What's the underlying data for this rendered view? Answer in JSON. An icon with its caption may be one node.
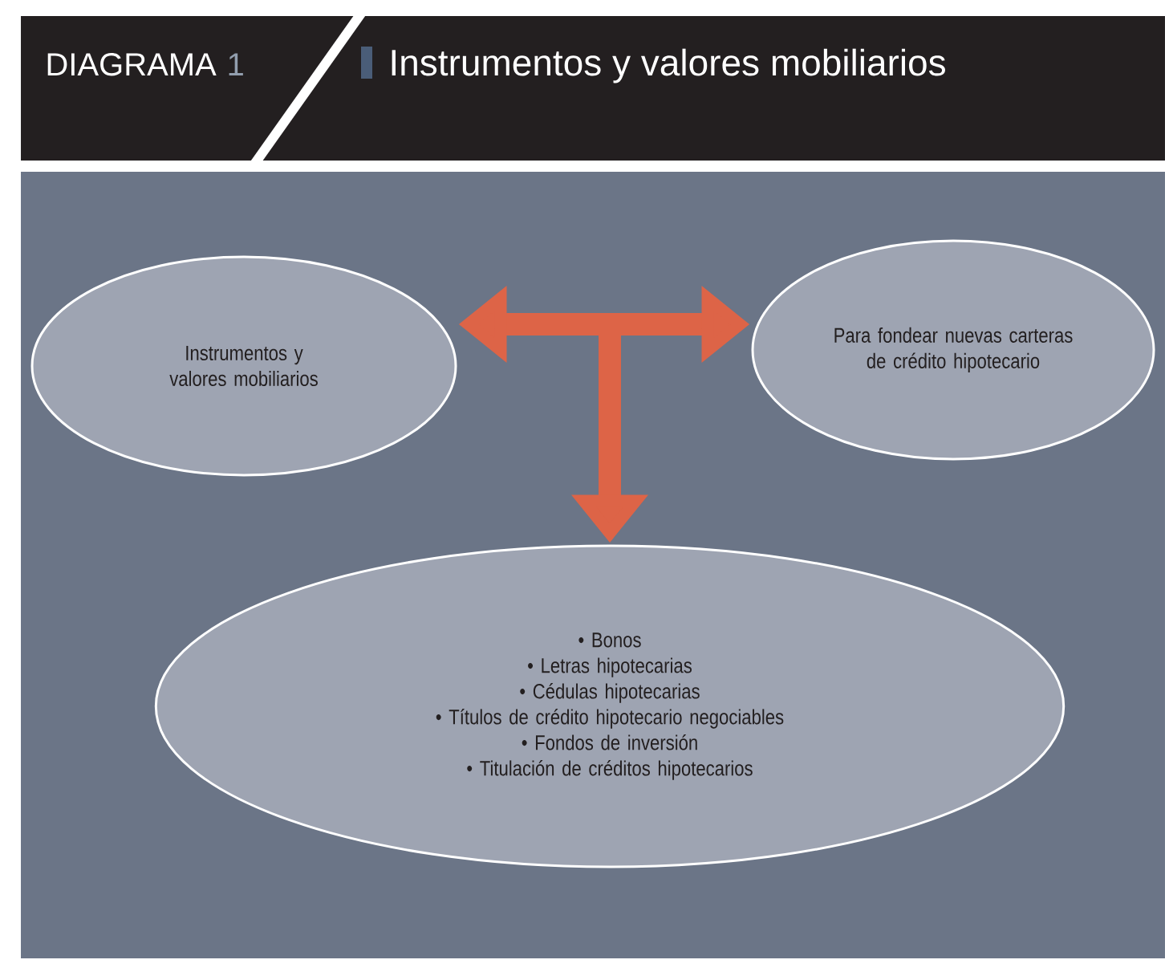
{
  "diagram": {
    "title": "Instrumentos y valores mobiliarios",
    "nodes": [
      {
        "text": [
          "Instrumentos y valores mobiliarios"
        ]
      },
      {
        "text": [
          "Para fondear nuevas carteras de crédito hipotecario"
        ]
      },
      {
        "text": [
          "• Bonos",
          "• Letras hipotecarias",
          "• Cédulas hipotecarias",
          "• Títulos de crédito hipotecario negociables",
          "• Fondos de inversión",
          "• Titulación de créditos hipotecarios"
        ]
      }
    ],
    "edges": [
      {
        "from": 0,
        "to": 1,
        "arrow": "both"
      },
      {
        "from": null,
        "to": 2,
        "arrow": "to"
      }
    ],
    "labels": [
      "DIAGRAMA",
      "1"
    ]
  }
}
